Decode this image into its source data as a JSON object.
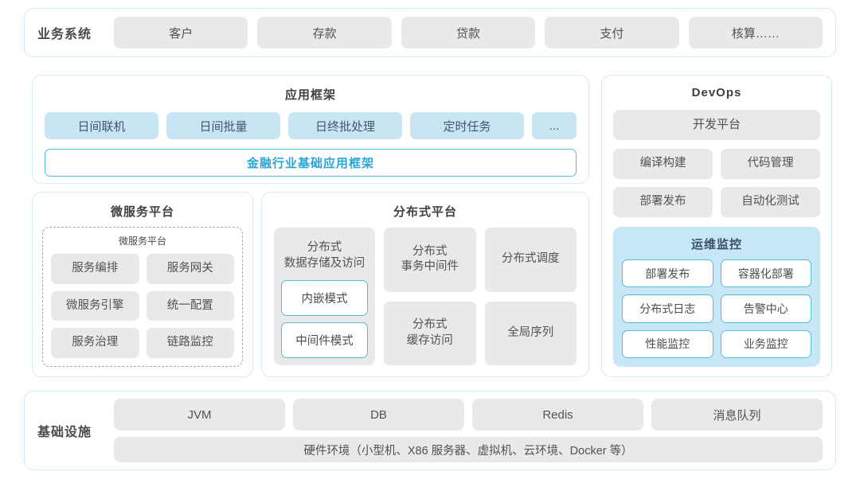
{
  "colors": {
    "section_border": "#d3ecf8",
    "blue_box_bg": "#c8e5f4",
    "gray_box_bg": "#e9e9e9",
    "monitor_panel_bg": "#c7e6f6",
    "cyan_border": "#59bbdb",
    "accent_text": "#29a5d6",
    "text": "#4c4c4c"
  },
  "business": {
    "label": "业务系统",
    "items": [
      "客户",
      "存款",
      "贷款",
      "支付",
      "核算……"
    ]
  },
  "app_framework": {
    "title": "应用框架",
    "modules": [
      "日间联机",
      "日间批量",
      "日终批处理",
      "定时任务",
      "..."
    ],
    "base_framework": "金融行业基础应用框架"
  },
  "microservice": {
    "title": "微服务平台",
    "inner_title": "微服务平台",
    "items": [
      "服务编排",
      "服务网关",
      "微服务引擎",
      "统一配置",
      "服务治理",
      "链路监控"
    ]
  },
  "distributed": {
    "title": "分布式平台",
    "storage": {
      "label": "分布式\n数据存储及访问",
      "modes": [
        "内嵌模式",
        "中间件模式"
      ]
    },
    "cells": [
      "分布式\n事务中间件",
      "分布式调度",
      "分布式\n缓存访问",
      "全局序列"
    ]
  },
  "devops": {
    "title": "DevOps",
    "platform": "开发平台",
    "tools": [
      "编译构建",
      "代码管理",
      "部署发布",
      "自动化测试"
    ],
    "monitoring": {
      "title": "运维监控",
      "items": [
        "部署发布",
        "容器化部署",
        "分布式日志",
        "告警中心",
        "性能监控",
        "业务监控"
      ]
    }
  },
  "infrastructure": {
    "label": "基础设施",
    "items": [
      "JVM",
      "DB",
      "Redis",
      "消息队列"
    ],
    "hardware": "硬件环境（小型机、X86 服务器、虚拟机、云环境、Docker 等）"
  }
}
